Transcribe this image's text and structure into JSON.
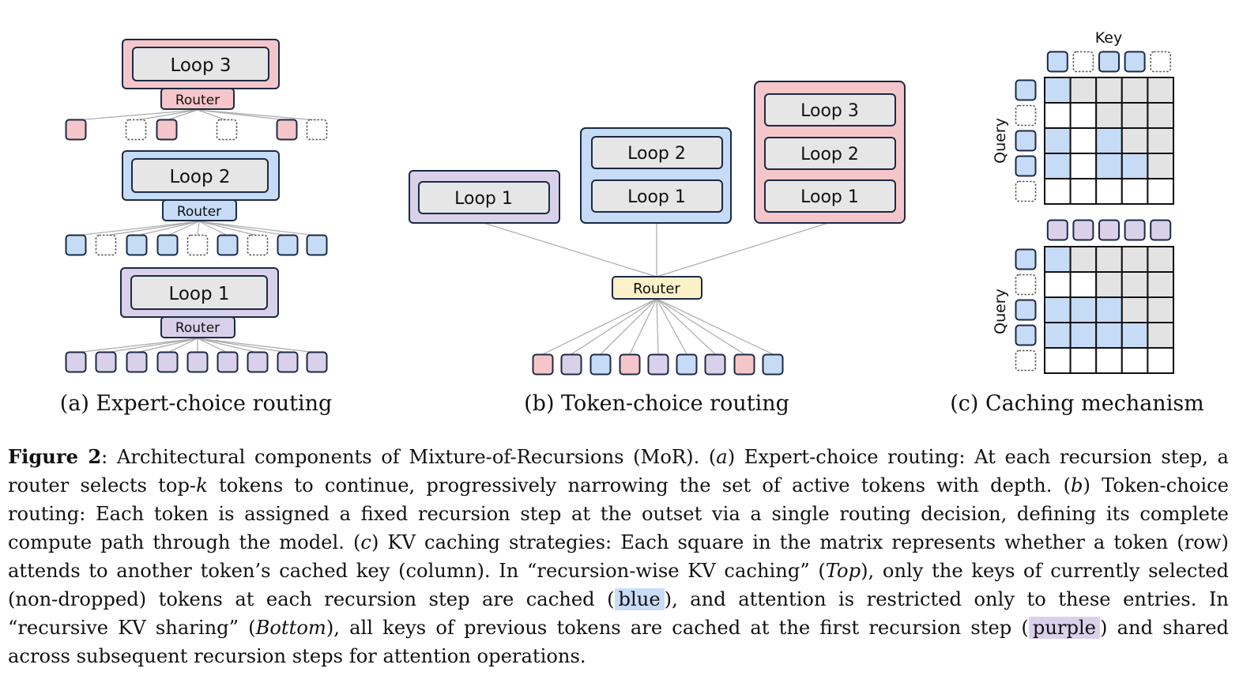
{
  "colors": {
    "pink_fill": "#f5c6c9",
    "blue_fill": "#c6dbf5",
    "purple_fill": "#d9d1ea",
    "yellow_fill": "#fdf1c8",
    "gray_box": "#e6e6e6",
    "gray_cell": "#e3e3e3",
    "outline": "#1c2a45",
    "link_line": "#aaaaaa"
  },
  "panel_a": {
    "loops": [
      "Loop 3",
      "Loop 2",
      "Loop 1"
    ],
    "router_label": "Router",
    "token_rows": [
      [
        "pink",
        "dashed",
        "pink",
        "dashed",
        "pink",
        "dashed"
      ],
      [
        "blue",
        "dashed",
        "blue",
        "blue",
        "dashed",
        "blue",
        "dashed",
        "blue",
        "blue"
      ],
      [
        "purple",
        "purple",
        "purple",
        "purple",
        "purple",
        "purple",
        "purple",
        "purple",
        "purple"
      ]
    ],
    "caption": "(a) Expert-choice routing"
  },
  "panel_b": {
    "loop_label_1": "Loop 1",
    "loop_label_2": "Loop 2",
    "loop_label_3": "Loop 3",
    "router_label": "Router",
    "tokens": [
      "pink",
      "purple",
      "blue",
      "pink",
      "purple",
      "blue",
      "purple",
      "pink",
      "blue"
    ],
    "caption": "(b) Token-choice routing"
  },
  "panel_c": {
    "key_label": "Key",
    "query_label": "Query",
    "top": {
      "key_tokens": [
        "blue",
        "dashed",
        "blue",
        "blue",
        "dashed"
      ],
      "query_tokens": [
        "blue",
        "dashed",
        "blue",
        "blue",
        "dashed"
      ],
      "matrix": [
        [
          "blue",
          "gray",
          "gray",
          "gray",
          "gray"
        ],
        [
          "white",
          "white",
          "gray",
          "gray",
          "gray"
        ],
        [
          "blue",
          "white",
          "blue",
          "gray",
          "gray"
        ],
        [
          "blue",
          "white",
          "blue",
          "blue",
          "gray"
        ],
        [
          "white",
          "white",
          "white",
          "white",
          "white"
        ]
      ]
    },
    "bottom": {
      "key_tokens": [
        "purple",
        "purple",
        "purple",
        "purple",
        "purple"
      ],
      "query_tokens": [
        "blue",
        "dashed",
        "blue",
        "blue",
        "dashed"
      ],
      "matrix": [
        [
          "blue",
          "gray",
          "gray",
          "gray",
          "gray"
        ],
        [
          "white",
          "white",
          "gray",
          "gray",
          "gray"
        ],
        [
          "blue",
          "blue",
          "blue",
          "gray",
          "gray"
        ],
        [
          "blue",
          "blue",
          "blue",
          "blue",
          "gray"
        ],
        [
          "white",
          "white",
          "white",
          "white",
          "white"
        ]
      ]
    },
    "caption": "(c) Caching mechanism"
  },
  "caption": {
    "label": "Figure",
    "number": " 2",
    "t1": ": Architectural components of Mixture-of-Recursions (MoR). (",
    "a": "a",
    "t2": ") Expert-choice routing: At each recursion step, a router selects top-",
    "k": "k",
    "t3": " tokens to continue, progressively narrowing the set of active tokens with depth. (",
    "b": "b",
    "t4": ") Token-choice routing: Each token is assigned a fixed recursion step at the outset via a single routing decision, defining its complete compute path through the model. (",
    "c": "c",
    "t5": ") KV caching strategies: Each square in the matrix represents whether a token (row) attends to another token’s cached key (column). In “recursion-wise KV caching” (",
    "top": "Top",
    "t6": "), only the keys of currently selected (non-dropped) tokens at each recursion step are cached (",
    "blue_word": "blue",
    "t7": "), and attention is restricted only to these entries. In “recursive KV sharing” (",
    "bottom": "Bottom",
    "t8": "), all keys of previous tokens are cached at the first recursion step (",
    "purple_word": "purple",
    "t9": ") and shared across subsequent recursion steps for attention operations."
  }
}
